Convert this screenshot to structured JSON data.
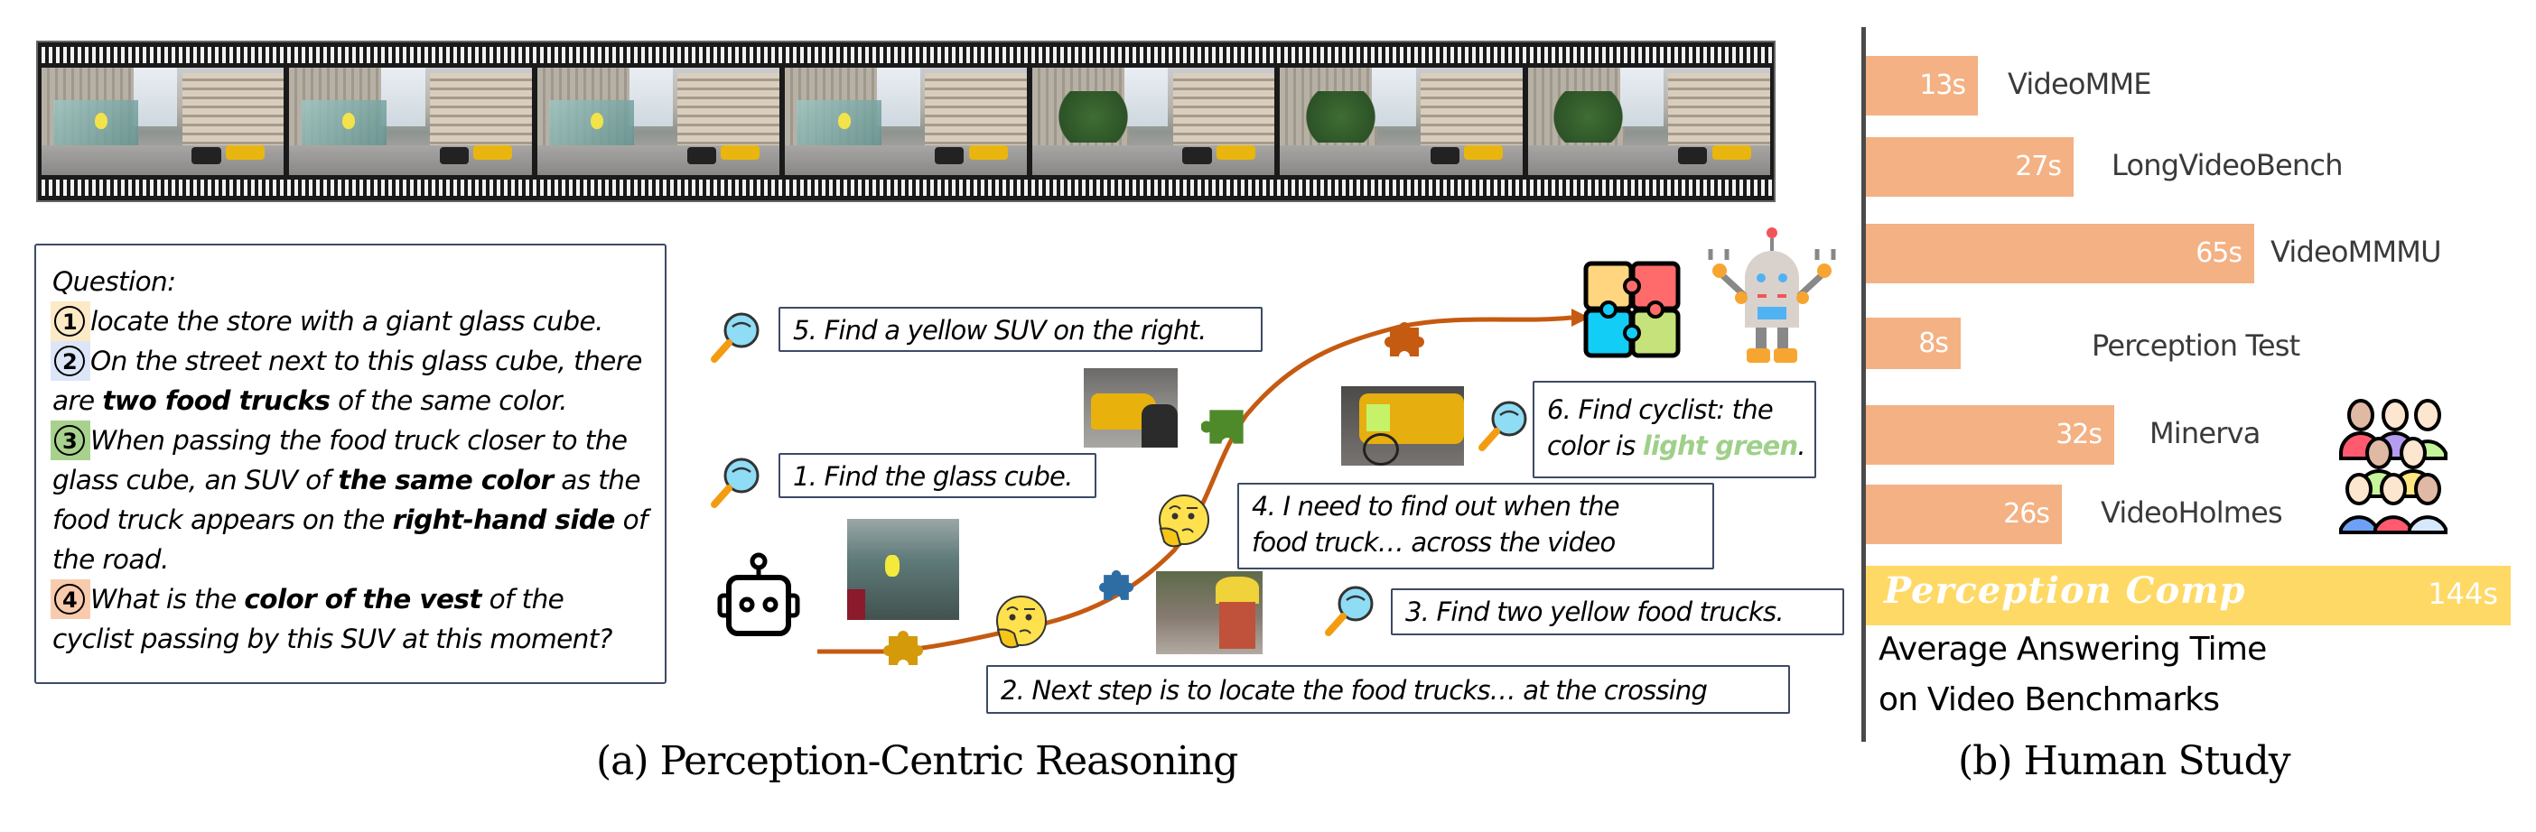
{
  "panel_a": {
    "caption": "(a) Perception-Centric Reasoning",
    "film_strip": {
      "frame_count": 7,
      "description": "video frames of a city street with a glass cube store"
    },
    "question": {
      "heading": "Question:",
      "items": [
        {
          "num": "1",
          "color": "#fce9c6",
          "parts": [
            {
              "t": "locate the store with a giant glass cube.",
              "b": false
            }
          ]
        },
        {
          "num": "2",
          "color": "#dce6f8",
          "parts": [
            {
              "t": "On the street next to this glass cube, there are ",
              "b": false
            },
            {
              "t": "two food trucks",
              "b": true
            },
            {
              "t": " of the same color.",
              "b": false
            }
          ]
        },
        {
          "num": "3",
          "color": "#a9d18e",
          "parts": [
            {
              "t": "When passing the food truck closer to the glass cube, an SUV of ",
              "b": false
            },
            {
              "t": "the same color",
              "b": true
            },
            {
              "t": " as the food truck appears on the ",
              "b": false
            },
            {
              "t": "right-hand side",
              "b": true
            },
            {
              "t": " of the road.",
              "b": false
            }
          ]
        },
        {
          "num": "4",
          "color": "#f8cbad",
          "parts": [
            {
              "t": "What is the ",
              "b": false
            },
            {
              "t": "color of the vest",
              "b": true
            },
            {
              "t": " of the cyclist passing by this SUV at this moment?",
              "b": false
            }
          ]
        }
      ]
    },
    "steps": {
      "s1": "1. Find the glass cube.",
      "s2": "2. Next step is to locate the food trucks… at the crossing",
      "s3": "3. Find two yellow food trucks.",
      "s4_line1": "4. I need to find out when the",
      "s4_line2": "food truck… across the video",
      "s5": "5. Find a yellow SUV on the right.",
      "s6_line1": "6. Find cyclist: the",
      "s6_line2_prefix": "color is ",
      "s6_answer": "light green",
      "s6_suffix": "."
    },
    "colors": {
      "path": "#c55a11",
      "puzzle_1": "#d49a0a",
      "puzzle_2": "#2e6da4",
      "puzzle_3": "#4e8a2a",
      "puzzle_4": "#c55a11",
      "answer_green": "#9fd08a"
    },
    "icons": [
      "robot-outline-icon",
      "magnifier-icon",
      "thinking-face-icon",
      "puzzle-piece-icon",
      "completed-puzzle-icon",
      "robot-color-icon"
    ]
  },
  "panel_b": {
    "caption": "(b) Human Study",
    "chart_title_line1": "Average Answering Time",
    "chart_title_line2": "on Video Benchmarks",
    "bars": [
      {
        "label": "VideoMME",
        "value": "13s"
      },
      {
        "label": "LongVideoBench",
        "value": "27s"
      },
      {
        "label": "VideoMMMU",
        "value": "65s"
      },
      {
        "label": "Perception Test",
        "value": "8s"
      },
      {
        "label": "Minerva",
        "value": "32s"
      },
      {
        "label": "VideoHolmes",
        "value": "26s"
      }
    ],
    "highlight": {
      "label": "Perception Comp",
      "value": "144s"
    }
  },
  "chart_data": {
    "type": "bar",
    "orientation": "horizontal",
    "title": "Average Answering Time on Video Benchmarks",
    "categories": [
      "VideoMME",
      "LongVideoBench",
      "VideoMMMU",
      "Perception Test",
      "Minerva",
      "VideoHolmes",
      "Perception Comp"
    ],
    "values": [
      13,
      27,
      65,
      8,
      32,
      26,
      144
    ],
    "unit": "s",
    "colors": [
      "#f4b183",
      "#f4b183",
      "#f4b183",
      "#f4b183",
      "#f4b183",
      "#f4b183",
      "#ffd966"
    ],
    "xlabel": "",
    "ylabel": "",
    "grid": false,
    "legend": "none"
  }
}
